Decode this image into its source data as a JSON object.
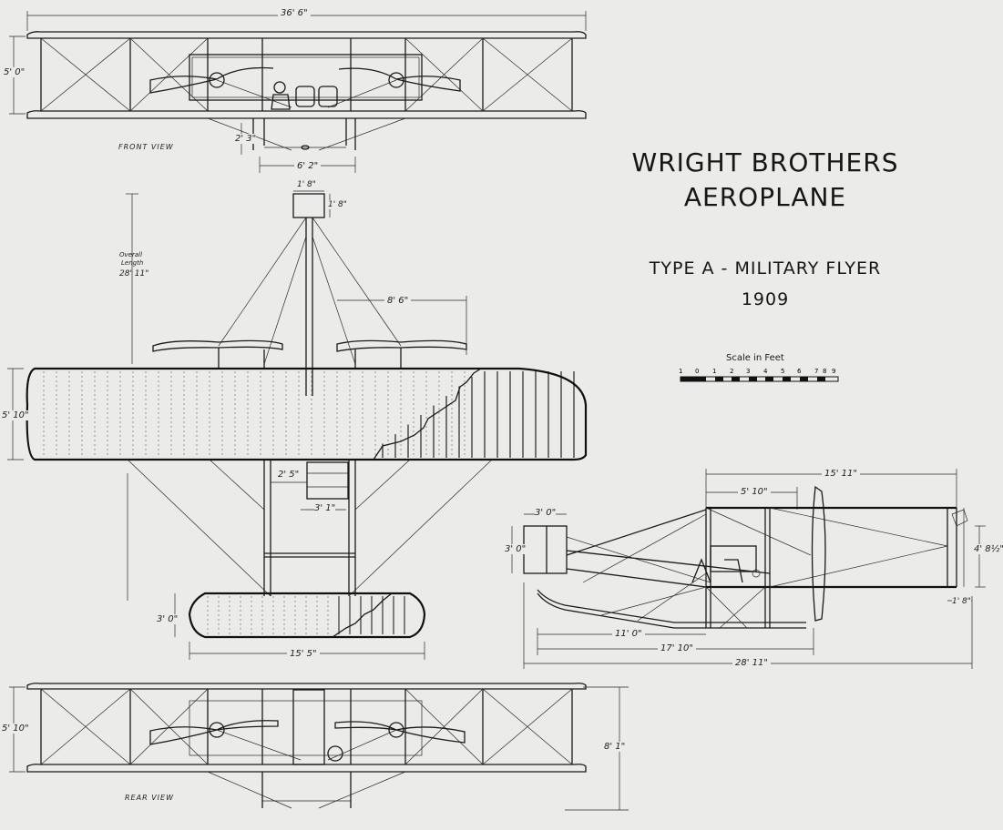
{
  "title": {
    "line1": "WRIGHT BROTHERS",
    "line2": "AEROPLANE",
    "subtitle": "TYPE A - MILITARY FLYER",
    "year": "1909"
  },
  "scale": {
    "label": "Scale in Feet",
    "ticks": [
      "1",
      "0",
      "1",
      "2",
      "3",
      "4",
      "5",
      "6",
      "7",
      "8",
      "9"
    ]
  },
  "views": {
    "front": "FRONT VIEW",
    "rear": "REAR VIEW"
  },
  "dimensions": {
    "span": "36' 6\"",
    "front_height": "5' 0\"",
    "front_gap": "2' 3\"",
    "front_track": "6' 2\"",
    "rudder_width": "1' 8\"",
    "rudder_height": "1' 8\"",
    "overall_length_label1": "Overall",
    "overall_length_label2": "Length",
    "overall_length": "28' 11\"",
    "elevator_offset": "8' 6\"",
    "wing_chord": "5' 10\"",
    "skid_gap": "2' 5\"",
    "skid_track": "3' 1\"",
    "elevator_chord": "3' 0\"",
    "elevator_span": "15' 5\"",
    "side_length_top": "15' 11\"",
    "side_wing_chord": "5' 10\"",
    "side_elev_chord": "3' 0\"",
    "side_elev_height": "3' 0\"",
    "side_height": "4' 8½\"",
    "side_rudder": "1' 8\"",
    "side_skid1": "11' 0\"",
    "side_skid2": "17' 10\"",
    "side_overall": "28' 11\"",
    "rear_height": "5' 10\"",
    "rear_total_height": "8' 1\""
  },
  "colors": {
    "paper": "#ebebe9",
    "ink": "#1c1c1c"
  }
}
